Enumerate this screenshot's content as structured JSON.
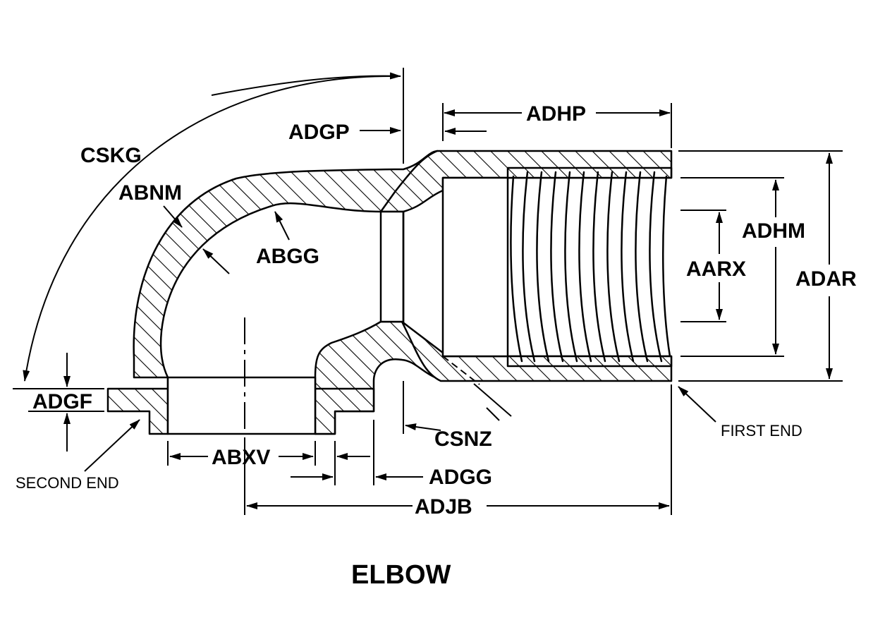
{
  "title": "ELBOW",
  "labels": {
    "cskg": "CSKG",
    "abnm": "ABNM",
    "abgg": "ABGG",
    "adgp": "ADGP",
    "adhp": "ADHP",
    "adhm": "ADHM",
    "aarx": "AARX",
    "adar": "ADAR",
    "adgf": "ADGF",
    "abxv": "ABXV",
    "csnz": "CSNZ",
    "adgg": "ADGG",
    "adjb": "ADJB",
    "first_end": "FIRST END",
    "second_end": "SECOND END"
  }
}
